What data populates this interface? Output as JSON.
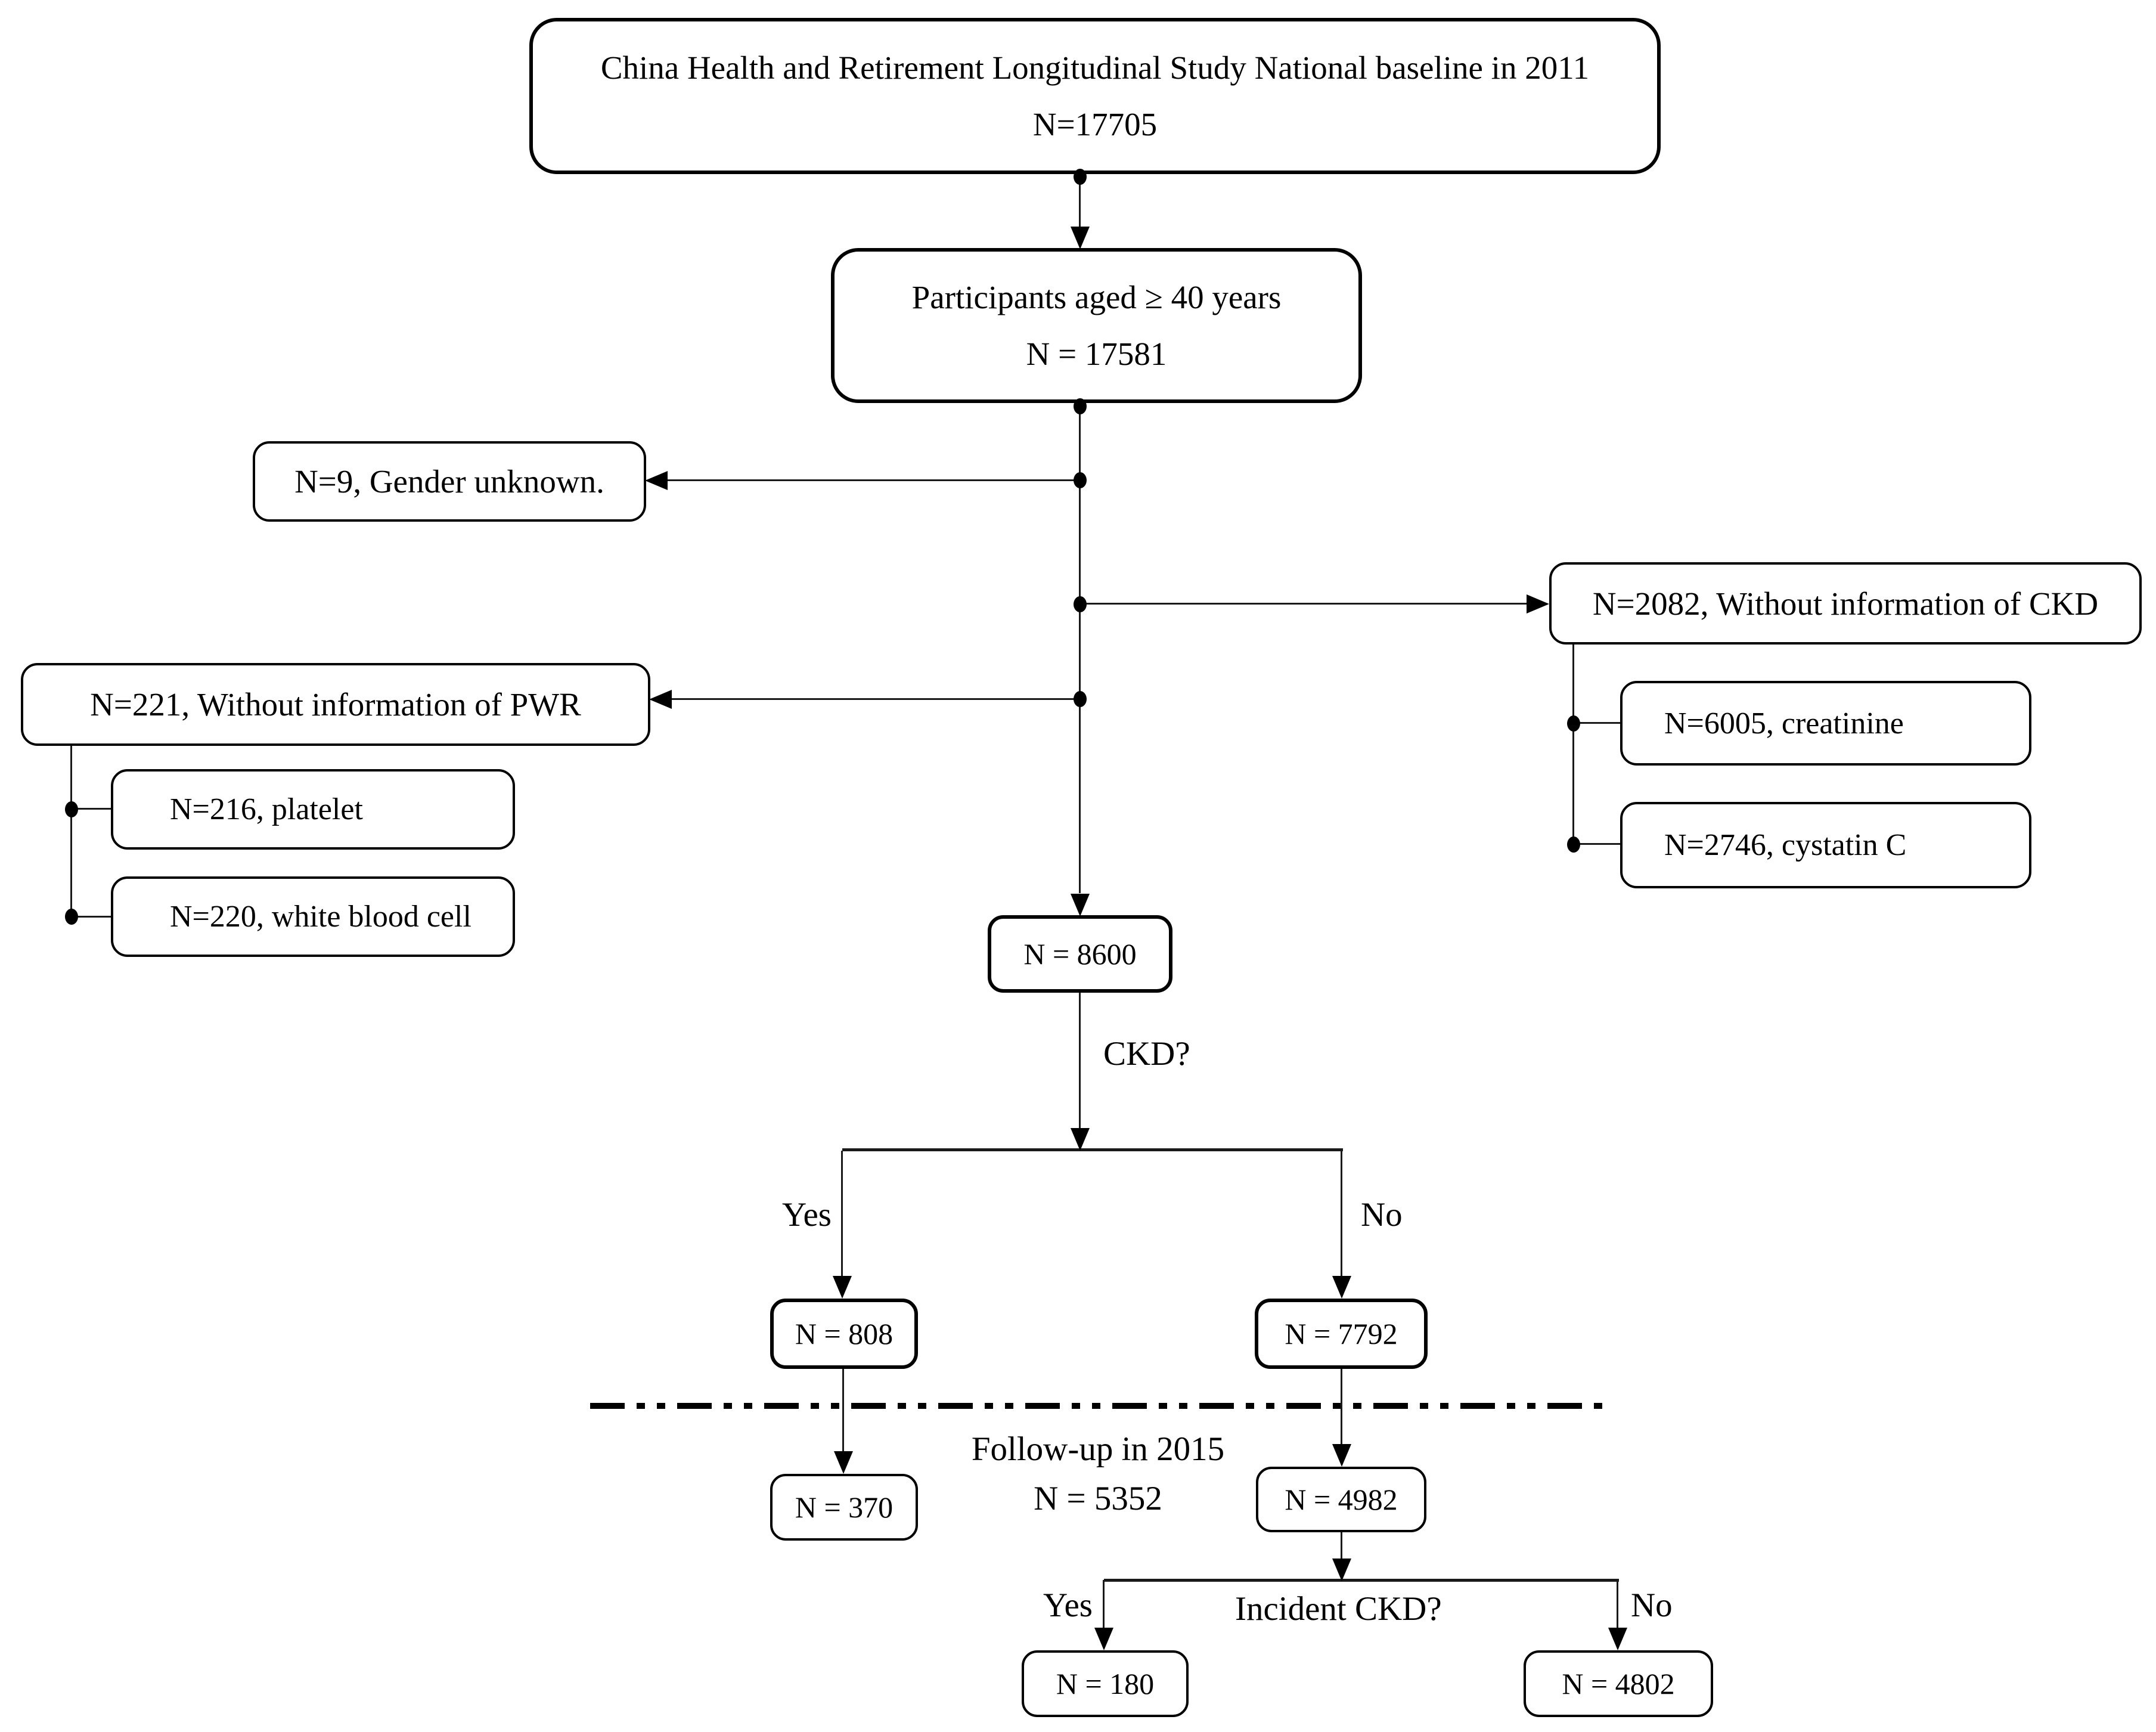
{
  "figure": {
    "type": "flow-diagram",
    "description_colors": {
      "line": "#000000",
      "background": "#ffffff",
      "text": "#000000"
    }
  },
  "boxes": {
    "baseline": {
      "line1": "China Health and Retirement Longitudinal Study National baseline in 2011",
      "line2": "N=17705"
    },
    "age40": {
      "line1": "Participants aged ≥ 40 years",
      "line2": "N = 17581"
    },
    "gender": {
      "label": "N=9, Gender unknown."
    },
    "ckd_info": {
      "label": "N=2082, Without information of CKD"
    },
    "pwr": {
      "label": "N=221, Without information of PWR"
    },
    "platelet": {
      "label": "N=216, platelet"
    },
    "wbc": {
      "label": "N=220, white blood cell"
    },
    "creatinine": {
      "label": "N=6005, creatinine"
    },
    "cystatin": {
      "label": "N=2746, cystatin C"
    },
    "n8600": {
      "label": "N = 8600"
    },
    "n808": {
      "label": "N = 808"
    },
    "n7792": {
      "label": "N = 7792"
    },
    "n370": {
      "label": "N = 370"
    },
    "n4982": {
      "label": "N = 4982"
    },
    "n180": {
      "label": "N = 180"
    },
    "n4802": {
      "label": "N = 4802"
    }
  },
  "labels": {
    "ckd_question": "CKD?",
    "yes1": "Yes",
    "no1": "No",
    "followup_line1": "Follow-up in 2015",
    "followup_line2": "N = 5352",
    "yes2": "Yes",
    "no2": "No",
    "incident_question": "Incident CKD?"
  }
}
